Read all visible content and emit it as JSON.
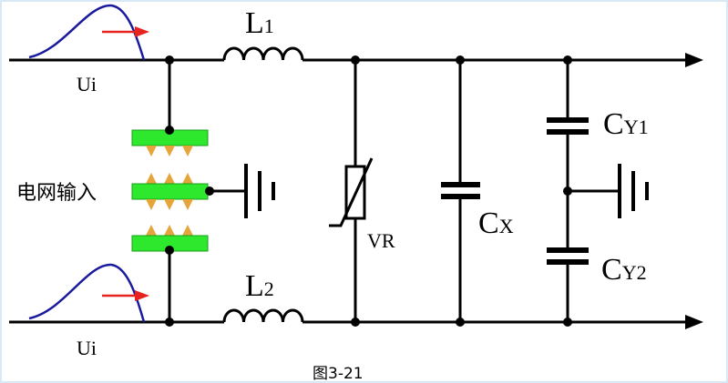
{
  "colors": {
    "wire": "#000000",
    "pulse": "#1a1a9e",
    "arrow": "#e8231f",
    "plate": "#2ee82e",
    "spark": "#e6a53a",
    "border": "#d9e8f5"
  },
  "labels": {
    "ui_top": "Ui",
    "ui_bottom": "Ui",
    "l1": "L",
    "l1_sub": "1",
    "l2": "L",
    "l2_sub": "2",
    "grid_input": "电网输入",
    "vr": "VR",
    "cx": "C",
    "cx_sub": "X",
    "cy1": "C",
    "cy1_sub": "Y1",
    "cy2": "C",
    "cy2_sub": "Y2",
    "caption": "图3-21"
  },
  "icons": [
    "pulse-waveform-icon",
    "red-arrow-icon",
    "inductor-icon",
    "gas-discharge-tube-icon",
    "ground-icon",
    "varistor-icon",
    "capacitor-icon",
    "output-arrow-icon"
  ]
}
